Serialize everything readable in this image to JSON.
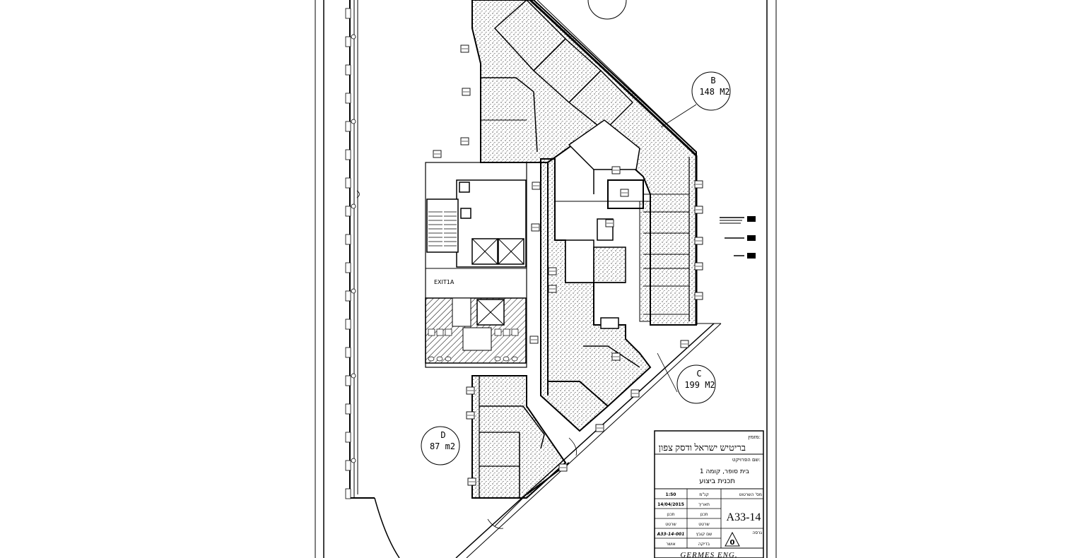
{
  "zones": [
    {
      "id": "B",
      "area": "148 M2"
    },
    {
      "id": "C",
      "area": "199 M2"
    },
    {
      "id": "D",
      "area": "87 m2"
    }
  ],
  "exit_label": "EXIT1A",
  "title_block": {
    "client_label": "מזמין:",
    "client_name": "בריטיש ישראל ודסק צפון",
    "project_label": "שם הפרויקט:",
    "project_line1": "בית סופר, קומה 1",
    "project_line2": "תכנית ביצוע",
    "drawing_no_label": "מס' השרטוט",
    "scale_label": "קנ\"מ",
    "scale": "1:50",
    "date_label": "תאריך",
    "date": "14/04/2015",
    "designed_label": "תכנן",
    "drawn_label": "שרטט",
    "file_label": "שם קובץ",
    "file": "A33-14-001",
    "approved_label": "אושר",
    "checked_label": "בדיקה",
    "version_label": "גרסה",
    "drawing_no": "A33-14",
    "revision": "0",
    "footer": "GERMES ENG."
  },
  "colors": {
    "line": "#000000",
    "paper": "#ffffff",
    "hatch": "#7a7a7a"
  }
}
